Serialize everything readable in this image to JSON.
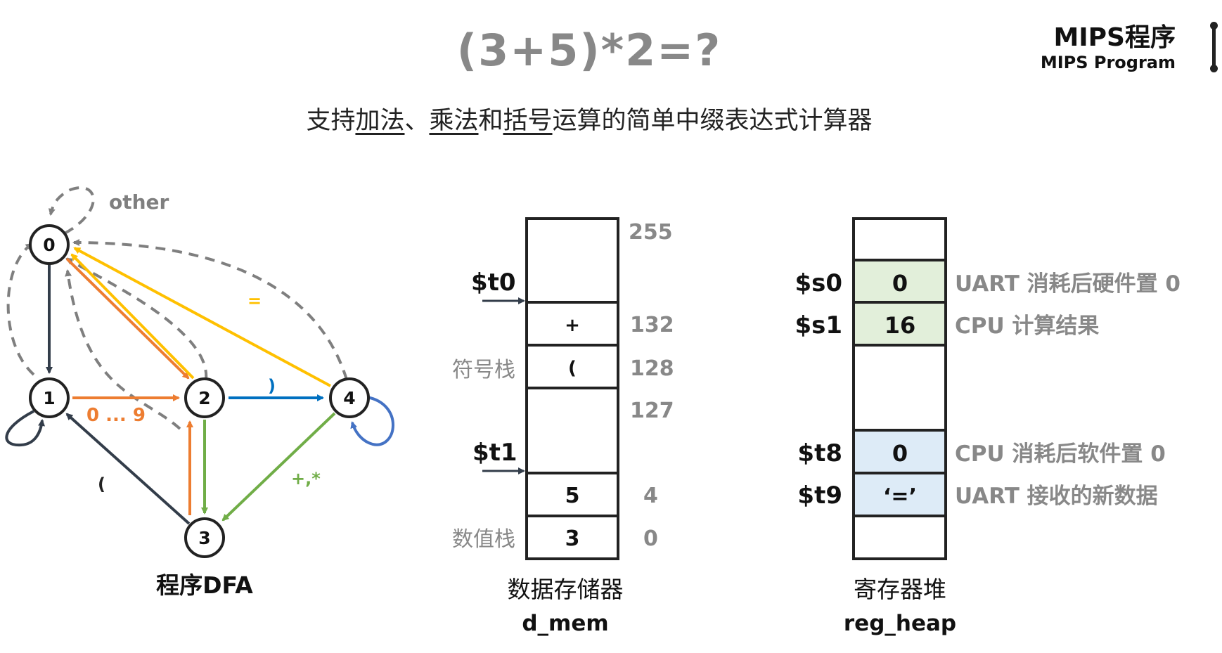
{
  "header": {
    "title": "(3+5)*2=?",
    "subtitle": {
      "p1": "支持",
      "u1": "加法",
      "p2": "、",
      "u2": "乘法",
      "p3": "和",
      "u3": "括号",
      "p4": "运算的简单中缀表达式计算器"
    },
    "brand_zh": "MIPS程序",
    "brand_en": "MIPS Program"
  },
  "dfa": {
    "caption": "程序DFA",
    "states": [
      "0",
      "1",
      "2",
      "3",
      "4"
    ],
    "labels": {
      "other": "other",
      "digits": "0 ... 9",
      "close_paren": ")",
      "open_paren": "(",
      "equals": "=",
      "ops": "+,*"
    }
  },
  "d_mem": {
    "caption_zh": "数据存储器",
    "caption_en": "d_mem",
    "cells": [
      "",
      "+",
      "(",
      "",
      "5",
      "3"
    ],
    "addresses": [
      "255",
      "132",
      "128",
      "127",
      "4",
      "0"
    ],
    "pointers": [
      "$t0",
      "$t1"
    ],
    "side_labels": [
      "符号栈",
      "数值栈"
    ]
  },
  "reg_heap": {
    "caption_zh": "寄存器堆",
    "caption_en": "reg_heap",
    "registers": [
      {
        "name": "$s0",
        "value": "0",
        "note": "UART 消耗后硬件置 0"
      },
      {
        "name": "$s1",
        "value": "16",
        "note": "CPU 计算结果"
      },
      {
        "name": "$t8",
        "value": "0",
        "note": "CPU 消耗后软件置 0"
      },
      {
        "name": "$t9",
        "value": "‘=’",
        "note": "UART 接收的新数据"
      }
    ]
  },
  "colors": {
    "digits": "#ed7d31",
    "close_paren": "#0070c0",
    "equals": "#ffc000",
    "ops": "#70ad47",
    "self4": "#4472c4",
    "other": "#7f7f7f",
    "open_paren": "#333d4a",
    "green_cell": "#e2efda",
    "blue_cell": "#ddebf7"
  }
}
